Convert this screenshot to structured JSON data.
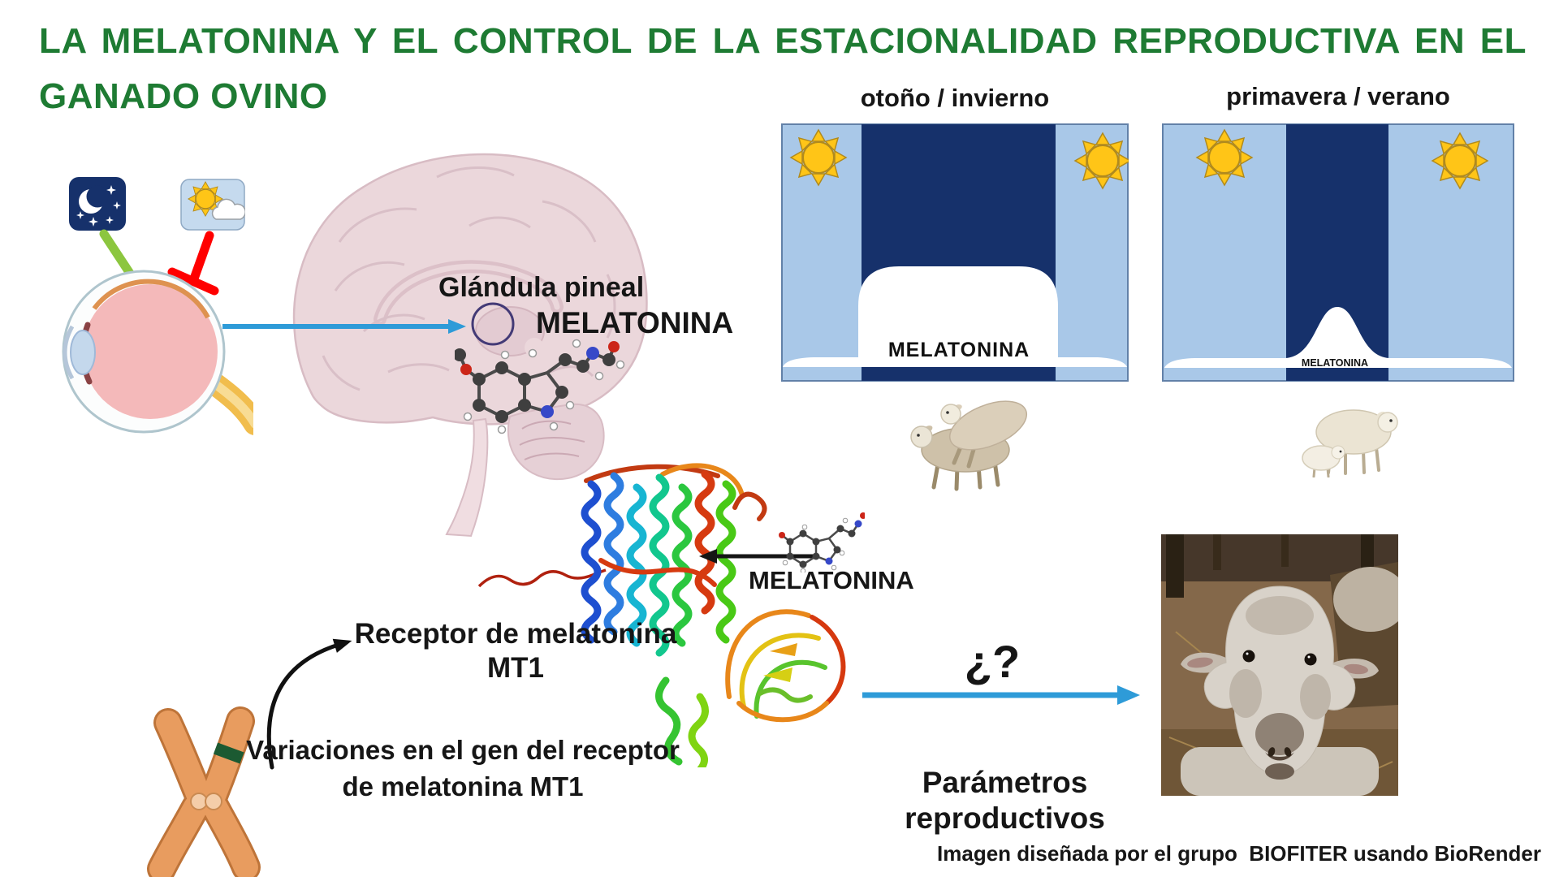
{
  "title": {
    "line1": "LA MELATONINA Y EL CONTROL DE LA ESTACIONALIDAD REPRODUCTIVA EN EL",
    "line2": "GANADO OVINO"
  },
  "brain_pathway": {
    "pineal_label": "Glándula pineal",
    "hormone_label": "MELATONINA"
  },
  "season_panels": {
    "autumn_winter": {
      "title": "otoño / invierno",
      "curve_label": "MELATONINA"
    },
    "spring_summer": {
      "title": "primavera / verano",
      "curve_label": "MELATONINA"
    }
  },
  "receptor": {
    "name_line1": "Receptor de melatonina",
    "name_line2": "MT1",
    "ligand_label": "MELATONINA"
  },
  "gene_variation": {
    "line1": "Variaciones en el gen del receptor",
    "line2": "de melatonina MT1"
  },
  "outcome": {
    "question": "¿?",
    "label_line1": "Parámetros",
    "label_line2": "reproductivos"
  },
  "credit": "Imagen diseñada por el grupo  BIOFITER usando BioRender",
  "colors": {
    "title_green": "#1E7B33",
    "panel_day_blue": "#A9C8E8",
    "panel_night_navy": "#16316B",
    "sun_yellow": "#FFC517",
    "arrow_blue": "#2E9BD8",
    "arrow_green": "#8CC63F",
    "inhibit_red": "#FF0000",
    "chromosome_orange": "#E89C5F",
    "gene_band_green": "#1C5A32"
  }
}
